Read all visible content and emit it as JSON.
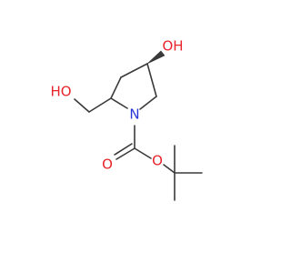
{
  "molecule": {
    "atoms": {
      "oh_top": {
        "text": "OH",
        "color": "#e8232b"
      },
      "ho_left": {
        "text": "HO",
        "color": "#e8232b"
      },
      "n_ring": {
        "text": "N",
        "color": "#2a35d9"
      },
      "o_carbonyl": {
        "text": "O",
        "color": "#e8232b"
      },
      "o_ester": {
        "text": "O",
        "color": "#e8232b"
      }
    },
    "bond_color": "#3a3a3a",
    "stereo": {
      "center": "ring-carbon-4",
      "bond_style": "wedge",
      "to": "oh_top"
    }
  }
}
